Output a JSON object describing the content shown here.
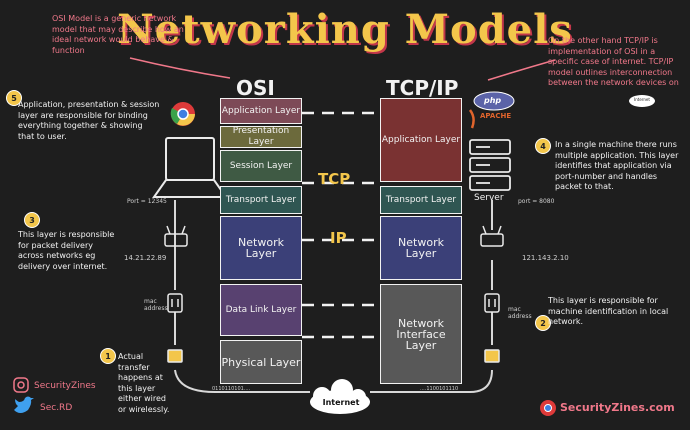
{
  "title": "Networking Models",
  "notes": {
    "osi_definition": "OSI Model is a generic network model that may describe how an ideal network would behave & function",
    "tcpip_definition": "On the other hand TCP/IP is implementation of OSI in a specific case of internet. TCP/IP model outlines interconnection between the network devices on",
    "tcpip_definition_cloud": "Internet",
    "app_layers": "Application, presentation & session layer are responsible for binding everything together & showing that to user.",
    "single_machine": "In a single machine there runs multiple application. This layer identifies that application via port-number and handles packet to that.",
    "packet_delivery": "This layer is responsible for packet delivery across networks eg delivery over internet.",
    "machine_identification": "This layer is responsible for machine identification in local network.",
    "actual_transfer": "Actual transfer happens at this layer either wired or wirelessly."
  },
  "badges": {
    "n1": "1",
    "n2": "2",
    "n3": "3",
    "n4": "4",
    "n5": "5"
  },
  "osi": {
    "heading": "OSI",
    "layers": [
      "Application Layer",
      "Presentation Layer",
      "Session Layer",
      "Transport Layer",
      "Network Layer",
      "Data Link Layer",
      "Physical Layer"
    ]
  },
  "tcpip": {
    "heading": "TCP/IP",
    "layers": [
      "Application Layer",
      "Transport Layer",
      "Network Layer",
      "Network Interface Layer"
    ]
  },
  "protocols": {
    "tcp": "TCP",
    "ip": "IP"
  },
  "labels": {
    "port_left": "Port = 12345",
    "port_right": "port = 8080",
    "ip_left": "14.21.22.89",
    "ip_right": "121.143.2.10",
    "mac_left": "mac address",
    "mac_right": "mac address",
    "server": "Server",
    "internet": "Internet",
    "bits_left": "0110110101....",
    "bits_right": "....1100101110",
    "php": "php",
    "apache": "APACHE"
  },
  "footer": {
    "instagram": "SecurityZines",
    "twitter": "Sec.RD",
    "brand": "SecurityZines.com"
  },
  "colors": {
    "title": "#f3c64b",
    "title_shadow": "#c2364a",
    "osi_application": "#7d4a57",
    "osi_presentation": "#6c6a3c",
    "osi_session": "#3f5a44",
    "osi_transport": "#2f5652",
    "osi_network": "#3b4078",
    "osi_datalink": "#584170",
    "osi_physical": "#585858",
    "tcp_application": "#7a3232",
    "tcp_transport": "#2f5652",
    "tcp_network": "#3b4078",
    "tcp_interface": "#585858"
  }
}
